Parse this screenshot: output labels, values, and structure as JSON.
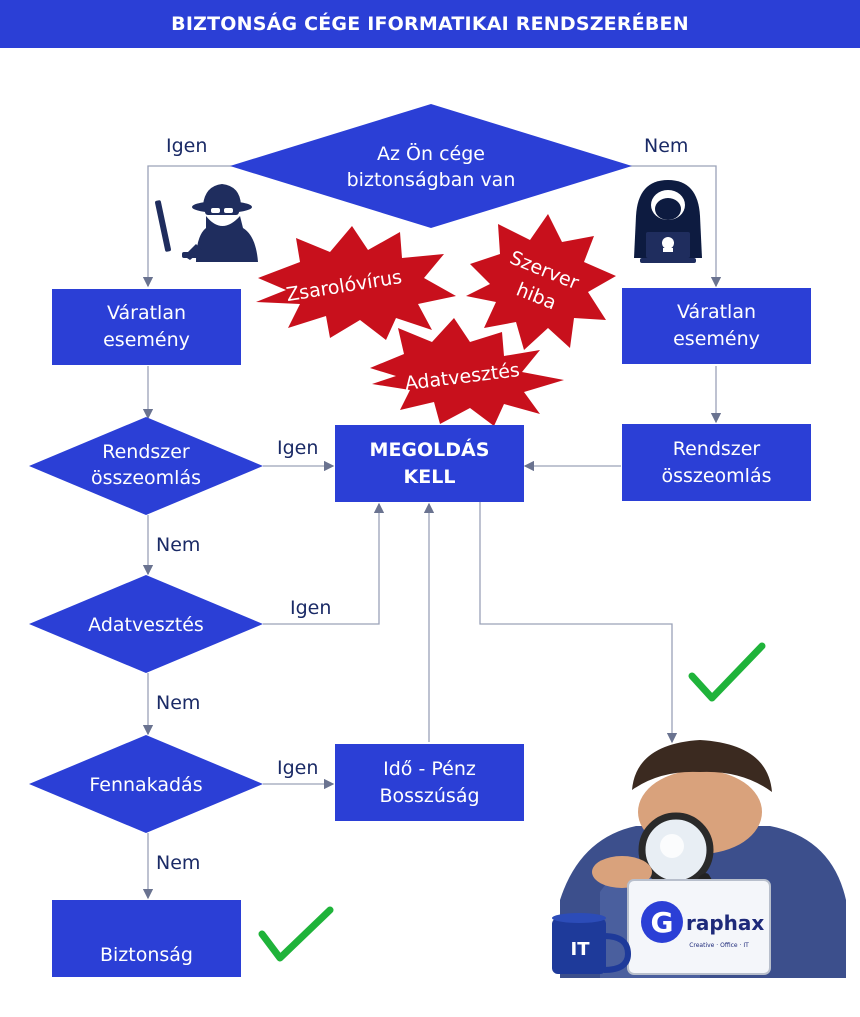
{
  "title": "BIZTONSÁG CÉGE IFORMATIKAI RENDSZERÉBEN",
  "decision_top": {
    "line1": "Az Ön cége",
    "line2": "biztonságban van"
  },
  "label_igen_top": "Igen",
  "label_nem_top": "Nem",
  "box_left_event": {
    "line1": "Váratlan",
    "line2": "esemény"
  },
  "box_right_event": {
    "line1": "Váratlan",
    "line2": "esemény"
  },
  "decision_crash": {
    "line1": "Rendszer",
    "line2": "összeomlás"
  },
  "box_right_crash": {
    "line1": "Rendszer",
    "line2": "összeomlás"
  },
  "box_solution": {
    "line1": "MEGOLDÁS",
    "line2": "KELL"
  },
  "decision_dataloss": "Adatvesztés",
  "decision_stall": "Fennakadás",
  "box_cost": {
    "line1": "Idő - Pénz",
    "line2": "Bosszúság"
  },
  "box_security": "Biztonság",
  "label_igen_crash": "Igen",
  "label_igen_dataloss": "Igen",
  "label_igen_stall": "Igen",
  "label_nem_crash": "Nem",
  "label_nem_dataloss": "Nem",
  "label_nem_stall": "Nem",
  "burst_ransomware": "Zsarolóvírus",
  "burst_server": {
    "line1": "Szerver",
    "line2": "hiba"
  },
  "burst_dataloss": "Adatvesztés",
  "laptop_logo": {
    "letter": "G",
    "name": "raphax",
    "tagline": "Creative · Office · IT"
  },
  "mug_logo": "IT",
  "colors": {
    "primary": "#2b3fd6",
    "burst": "#c8101c",
    "check": "#1fb33a",
    "line": "#9aa2b8"
  }
}
